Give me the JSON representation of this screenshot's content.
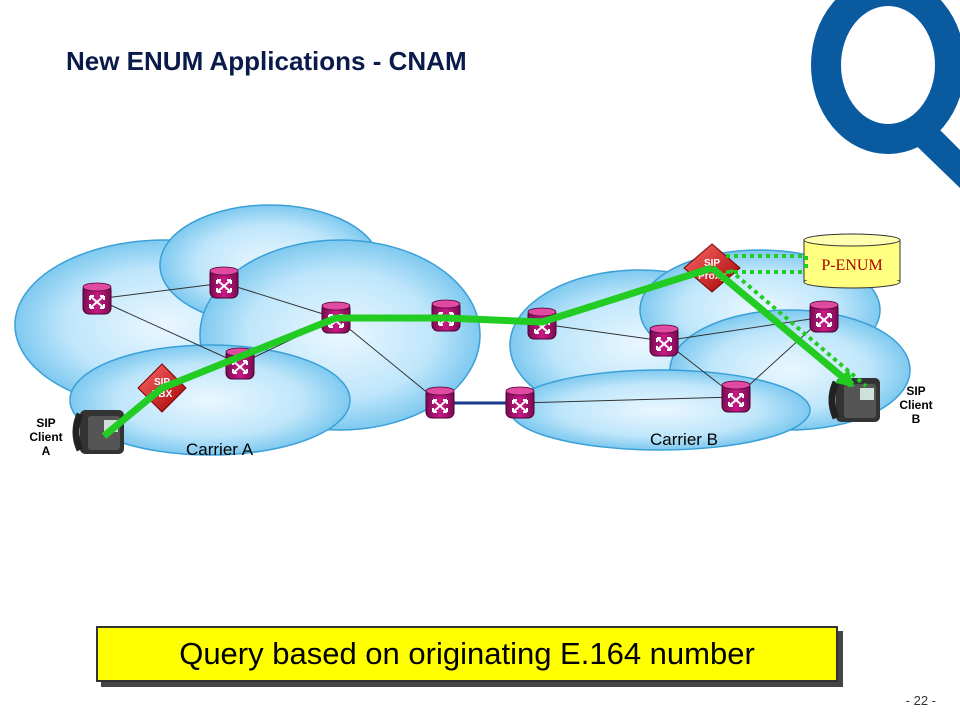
{
  "title": "New ENUM Applications - CNAM",
  "carriers": {
    "a": "Carrier A",
    "b": "Carrier B"
  },
  "sip_pbx_label": [
    "SIP",
    "PBX"
  ],
  "sip_proxy_label": [
    "SIP",
    "Proxy"
  ],
  "database_label": "P-ENUM",
  "client_a_label": [
    "SIP",
    "Client",
    "A"
  ],
  "client_b_label": [
    "SIP",
    "Client",
    "B"
  ],
  "callout": "Query based on originating E.164 number",
  "page_number": "- 22 -",
  "colors": {
    "cloud": "#58b8e8",
    "router": "#a0106a",
    "path": "#22cc22",
    "link": "#1a3a8a",
    "callout_bg": "#ffff00",
    "logo": "#0a5aa0"
  }
}
